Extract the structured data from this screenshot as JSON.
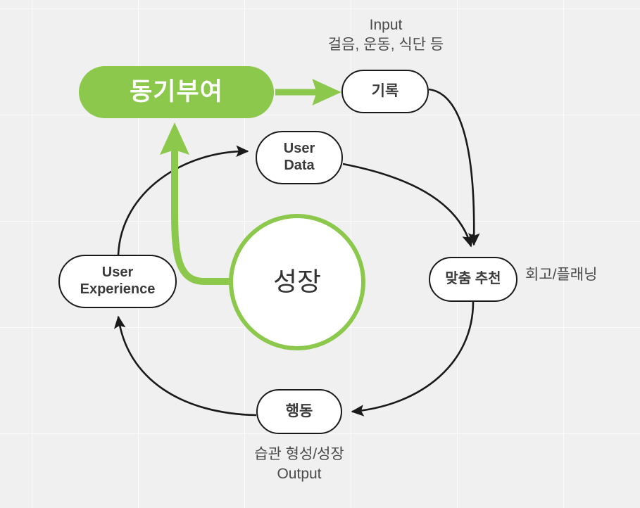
{
  "diagram": {
    "title": "Growth Loop Diagram",
    "background_color": "#f0f0f0",
    "accent_color": "#8cc84b",
    "stroke_color": "#1a1a1a",
    "nodes": [
      {
        "id": "motivation",
        "label": "동기부여",
        "shape": "rounded-rect",
        "fill": "#8cc84b",
        "text_color": "#ffffff"
      },
      {
        "id": "record",
        "label": "기록",
        "shape": "pill",
        "fill": "#ffffff",
        "text_color": "#3b3b3b"
      },
      {
        "id": "user_data",
        "label": "User\nData",
        "shape": "pill",
        "fill": "#ffffff",
        "text_color": "#3b3b3b"
      },
      {
        "id": "growth",
        "label": "성장",
        "shape": "circle",
        "fill": "#ffffff",
        "text_color": "#333333",
        "border_color": "#8cc84b"
      },
      {
        "id": "user_experience",
        "label": "User\nExperience",
        "shape": "pill",
        "fill": "#ffffff",
        "text_color": "#3b3b3b"
      },
      {
        "id": "recommendation",
        "label": "맞춤 추천",
        "shape": "pill",
        "fill": "#ffffff",
        "text_color": "#3b3b3b"
      },
      {
        "id": "action",
        "label": "행동",
        "shape": "pill",
        "fill": "#ffffff",
        "text_color": "#3b3b3b"
      }
    ],
    "captions": [
      {
        "id": "input",
        "text": "Input\n걸음, 운동, 식단 등",
        "color": "#4a4a4a"
      },
      {
        "id": "output",
        "text": "습관 형성/성장\nOutput",
        "color": "#4a4a4a"
      },
      {
        "id": "planning",
        "text": "회고/플래닝",
        "color": "#4a4a4a"
      }
    ],
    "edges": [
      {
        "id": "motivation-to-record",
        "from": "motivation",
        "to": "record",
        "color": "#8cc84b",
        "arrow": true
      },
      {
        "id": "record-to-recommendation",
        "from": "record",
        "to": "recommendation",
        "color": "#1a1a1a",
        "arrow": true
      },
      {
        "id": "userdata-to-recommendation",
        "from": "user_data",
        "to": "recommendation",
        "color": "#1a1a1a",
        "arrow": true
      },
      {
        "id": "recommendation-to-action",
        "from": "recommendation",
        "to": "action",
        "color": "#1a1a1a",
        "arrow": true
      },
      {
        "id": "action-to-userexperience",
        "from": "action",
        "to": "user_experience",
        "color": "#1a1a1a",
        "arrow": true
      },
      {
        "id": "userexperience-to-userdata",
        "from": "user_experience",
        "to": "user_data",
        "color": "#1a1a1a",
        "arrow": true
      },
      {
        "id": "growth-to-motivation",
        "from": "growth",
        "to": "motivation",
        "color": "#8cc84b",
        "arrow": true
      }
    ]
  }
}
